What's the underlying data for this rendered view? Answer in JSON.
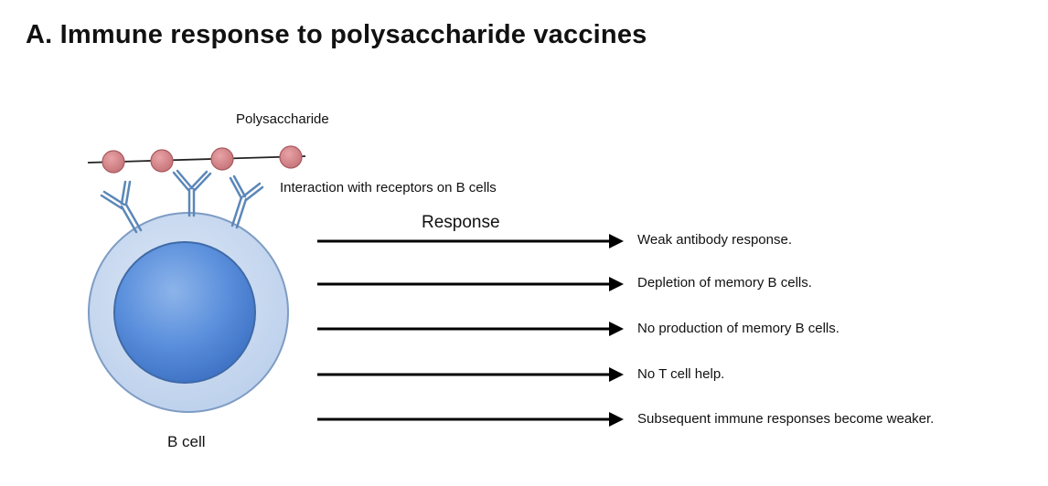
{
  "title": "A. Immune response to polysaccharide vaccines",
  "labels": {
    "polysaccharide": "Polysaccharide",
    "interaction": "Interaction with receptors on B cells",
    "response": "Response",
    "b_cell": "B cell"
  },
  "outcomes": [
    "Weak antibody response.",
    "Depletion of memory B cells.",
    "No production of memory B cells.",
    "No T cell help.",
    "Subsequent immune responses become weaker."
  ],
  "colors": {
    "cell_outer": "#c6d8ef",
    "cell_nucleus": "#4f86d6",
    "antigen_bead": "#d4868a",
    "receptor": "#5b87b8"
  }
}
